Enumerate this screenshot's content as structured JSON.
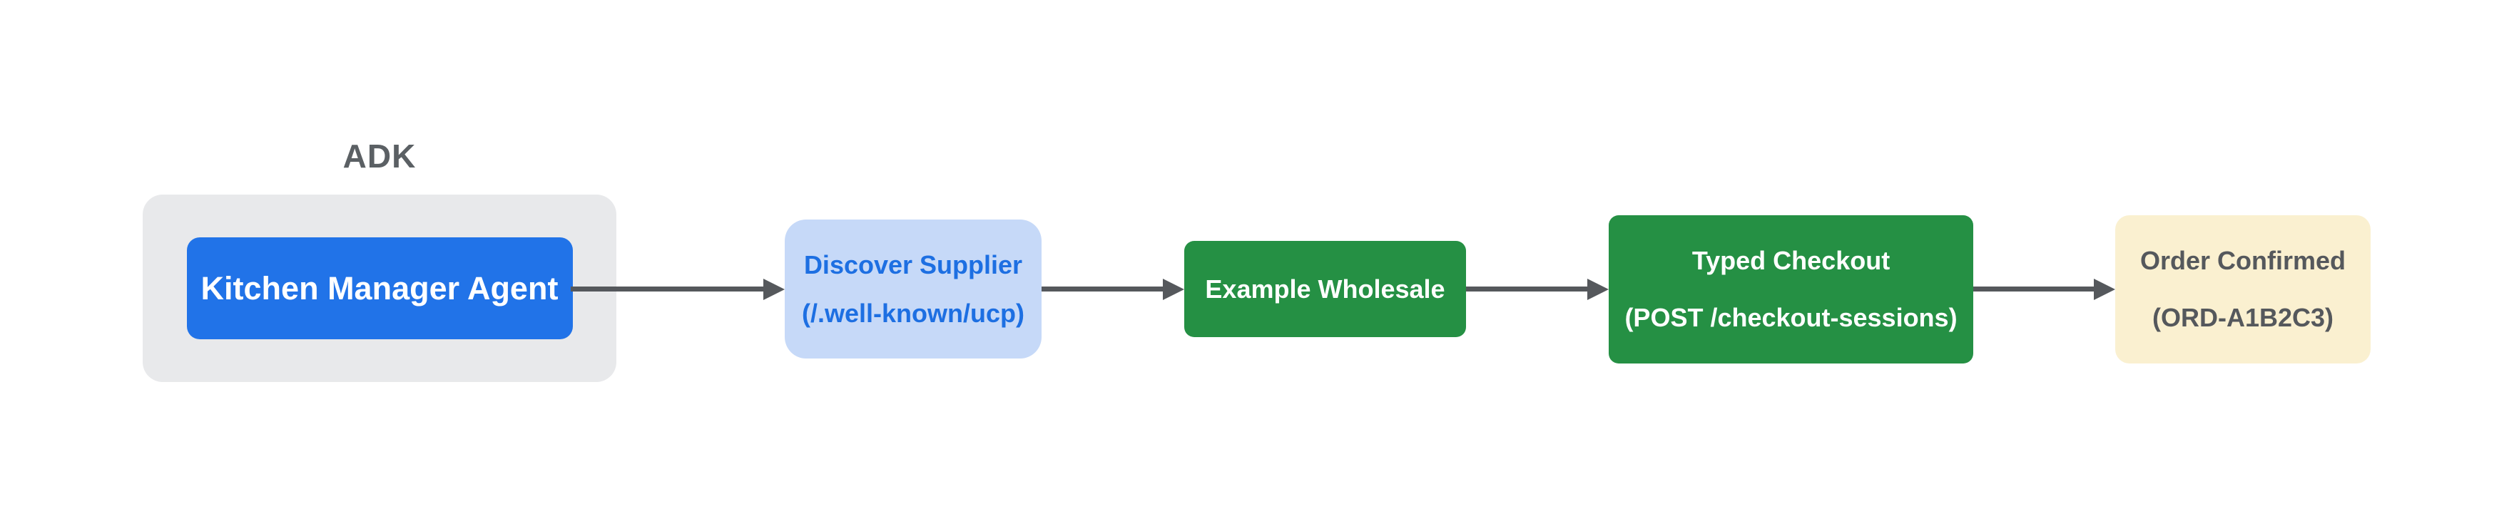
{
  "diagram": {
    "group_label": "ADK",
    "nodes": {
      "agent": {
        "label": "Kitchen Manager Agent"
      },
      "discover": {
        "line1": "Discover Supplier",
        "line2": "(/.well-known/ucp)"
      },
      "supplier": {
        "label": "Example Wholesale"
      },
      "checkout": {
        "line1": "Typed Checkout",
        "line2": "(POST /checkout-sessions)"
      },
      "confirmed": {
        "line1": "Order Confirmed",
        "line2": "(ORD-A1B2C3)"
      }
    },
    "edges": [
      {
        "from": "Kitchen Manager Agent",
        "to": "Discover Supplier (/.well-known/ucp)"
      },
      {
        "from": "Discover Supplier (/.well-known/ucp)",
        "to": "Example Wholesale"
      },
      {
        "from": "Example Wholesale",
        "to": "Typed Checkout (POST /checkout-sessions)"
      },
      {
        "from": "Typed Checkout (POST /checkout-sessions)",
        "to": "Order Confirmed (ORD-A1B2C3)"
      }
    ],
    "colors": {
      "background": "#ffffff",
      "group_bg": "#e8e9eb",
      "group_label_text": "#5b6064",
      "agent_bg": "#2173e8",
      "agent_text": "#ffffff",
      "discover_bg": "#c6d9f8",
      "discover_text": "#1d6fe2",
      "supplier_bg": "#259044",
      "supplier_text": "#ffffff",
      "confirmed_bg": "#faf0d0",
      "confirmed_text": "#55585c",
      "arrow": "#55585c"
    }
  }
}
